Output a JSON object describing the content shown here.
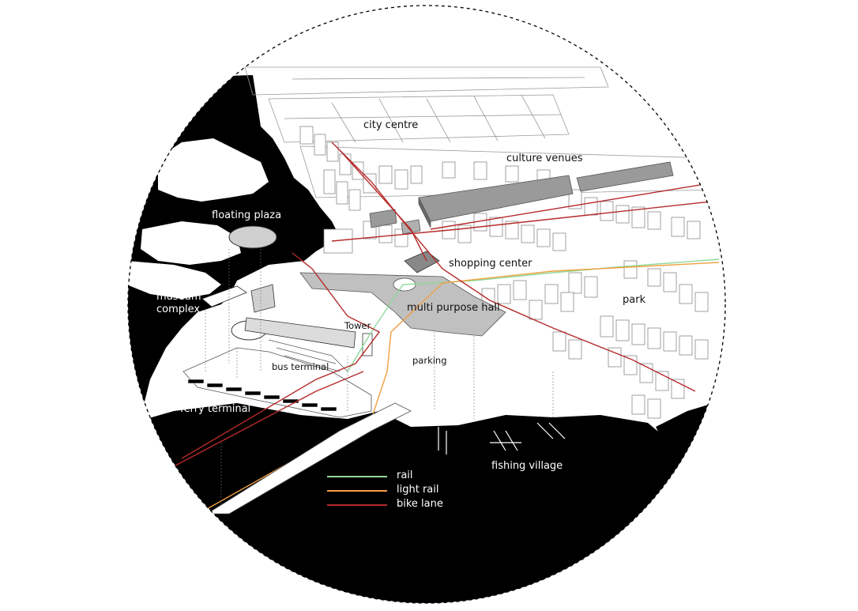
{
  "labels": {
    "city_centre": "city centre",
    "culture_venues": "culture venues",
    "floating_plaza": "floating plaza",
    "shopping_center": "shopping center",
    "museum_complex_1": "museum",
    "museum_complex_2": "complex",
    "multi_purpose_hall": "multi purpose hall",
    "park": "park",
    "tower": "Tower",
    "parking": "parking",
    "bus_terminal": "bus terminal",
    "ferry_terminal": "ferry terminal",
    "fishing_village": "fishing village"
  },
  "legend": [
    {
      "label": "rail",
      "color": "#8fd99a"
    },
    {
      "label": "light rail",
      "color": "#f0a040"
    },
    {
      "label": "bike lane",
      "color": "#b52a2a"
    }
  ],
  "colors": {
    "water": "#000000",
    "land": "#ffffff",
    "building_stroke": "#8a8a8a",
    "hall_fill": "#bdbdbd",
    "culture_fill": "#9a9a9a"
  }
}
